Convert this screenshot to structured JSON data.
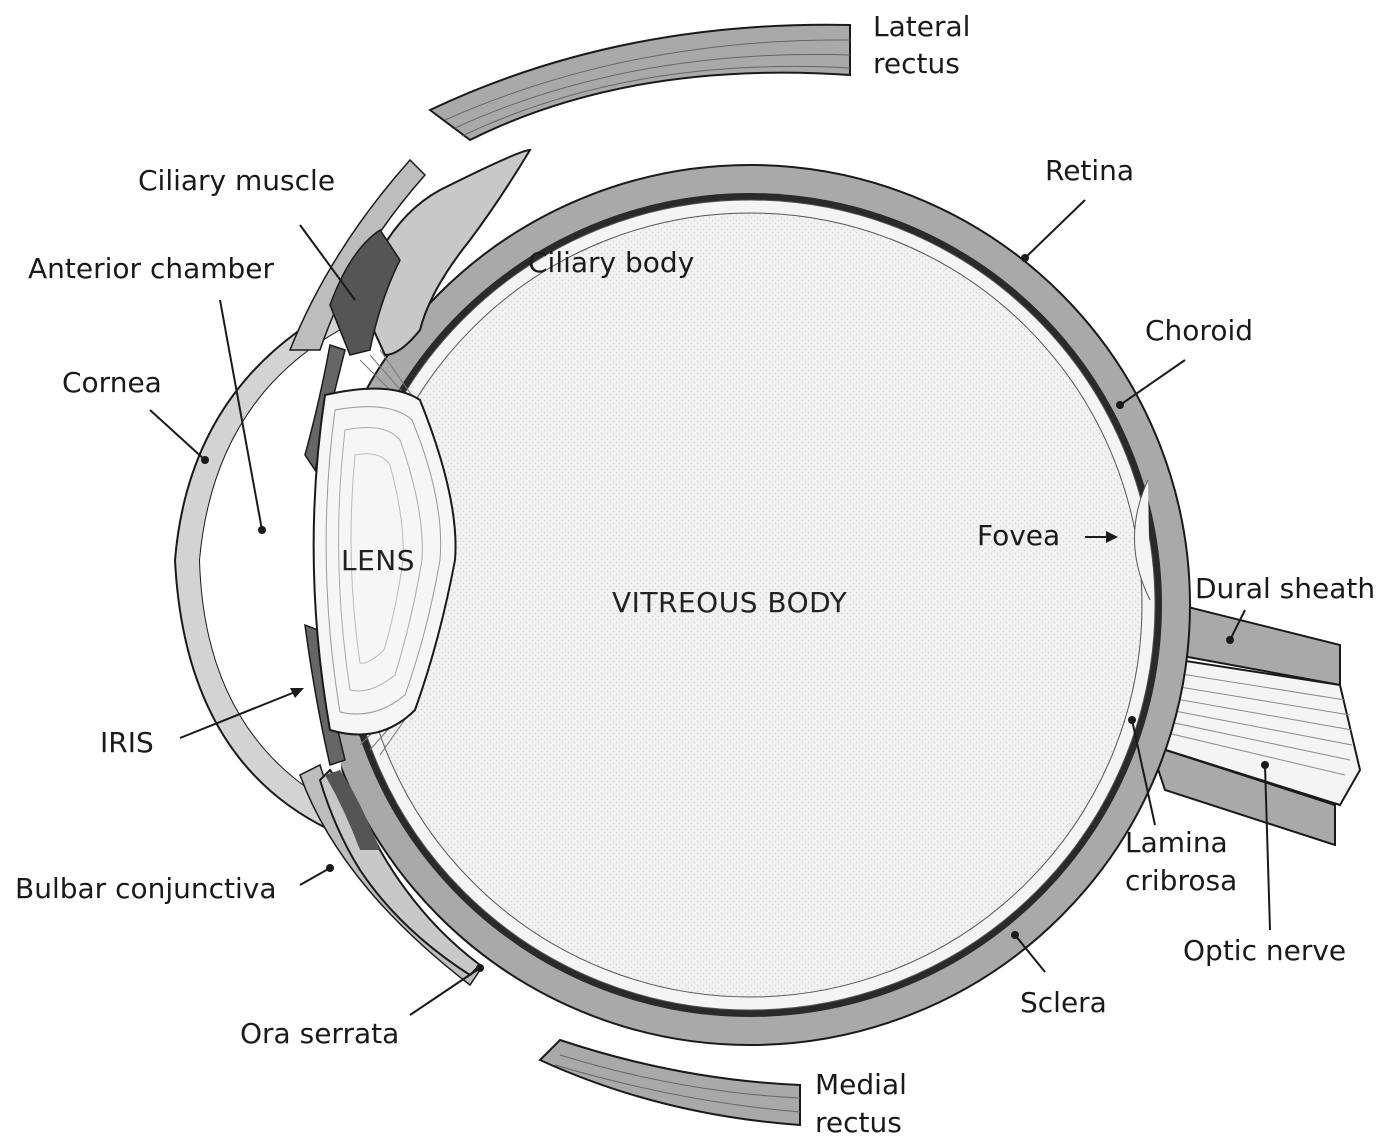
{
  "colors": {
    "background": "#ffffff",
    "stipple": "#e4e4e4",
    "sclera_fill": "#a9a9a9",
    "choroid": "#2a2a2a",
    "outline": "#1a1a1a"
  },
  "labels": {
    "lateral_rectus": [
      "Lateral",
      "rectus"
    ],
    "retina": "Retina",
    "ciliary_muscle": "Ciliary muscle",
    "anterior_chamber": "Anterior chamber",
    "ciliary_body": "Ciliary body",
    "choroid": "Choroid",
    "cornea": "Cornea",
    "fovea": "Fovea",
    "lens": "LENS",
    "vitreous_body": "VITREOUS BODY",
    "dural_sheath": "Dural sheath",
    "iris": "IRIS",
    "lamina_cribrosa": [
      "Lamina",
      "cribrosa"
    ],
    "bulbar_conjunctiva": "Bulbar conjunctiva",
    "optic_nerve": "Optic nerve",
    "sclera": "Sclera",
    "ora_serrata": "Ora serrata",
    "medial_rectus": [
      "Medial",
      "rectus"
    ]
  }
}
